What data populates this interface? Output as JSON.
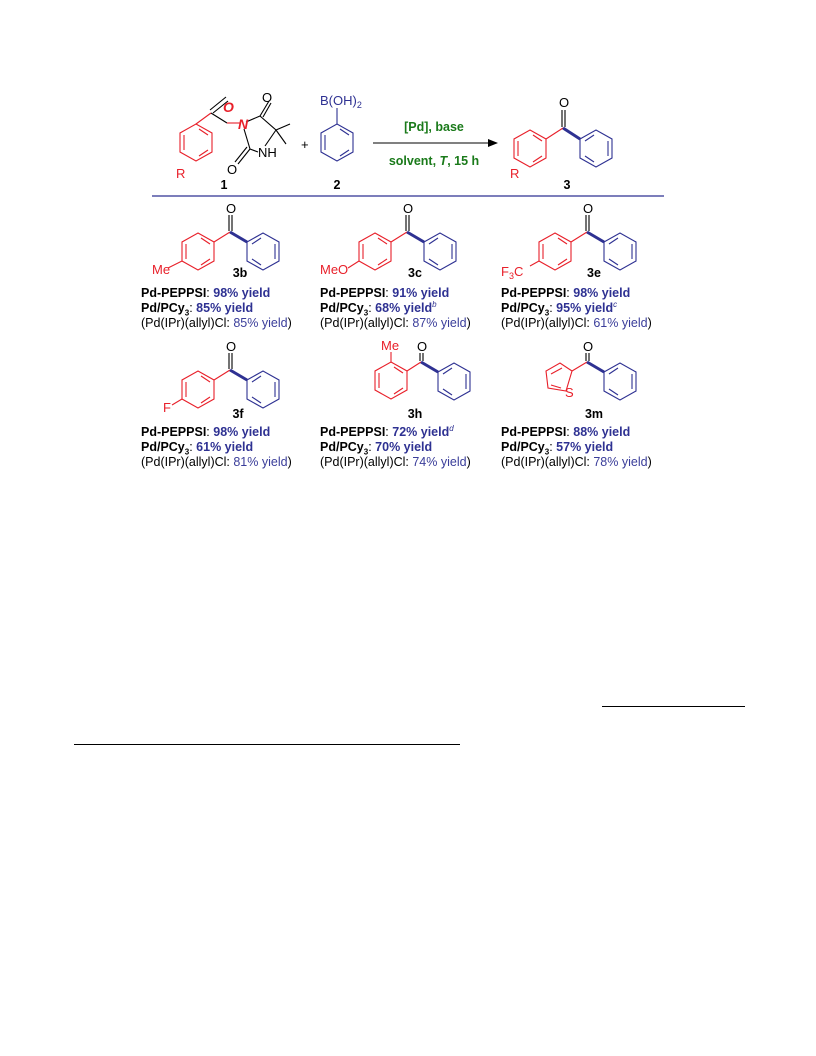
{
  "colors": {
    "red": "#e8202a",
    "blue": "#2e3192",
    "green": "#1a7a1a"
  },
  "reaction": {
    "reactant1": {
      "label": "1",
      "atom_O": "O",
      "atom_N": "N",
      "atom_O2": "O",
      "atom_NH": "NH",
      "atom_O3": "O",
      "substituent": "R"
    },
    "plus": "+",
    "reactant2": {
      "label": "2",
      "group": "B(OH)",
      "group_sub": "2"
    },
    "conditions": {
      "top": "[Pd], base",
      "bottom_a": "solvent, ",
      "bottom_t": "T",
      "bottom_b": ", 15 h"
    },
    "product": {
      "label": "3",
      "atom_O": "O",
      "substituent": "R"
    }
  },
  "entries": [
    {
      "label": "3b",
      "substituent": "Me",
      "peppsi_name": "Pd-PEPPSI",
      "peppsi_yield": "98% yield",
      "peppsi_note": "",
      "pcy3_name": "Pd/PCy",
      "pcy3_sub": "3",
      "pcy3_yield": "85% yield",
      "pcy3_note": "",
      "allyl_name": "(Pd(IPr)(allyl)Cl: ",
      "allyl_yield": "85% yield",
      "allyl_close": ")"
    },
    {
      "label": "3c",
      "substituent": "MeO",
      "peppsi_name": "Pd-PEPPSI",
      "peppsi_yield": "91% yield",
      "peppsi_note": "",
      "pcy3_name": "Pd/PCy",
      "pcy3_sub": "3",
      "pcy3_yield": "68% yield",
      "pcy3_note": "b",
      "allyl_name": "(Pd(IPr)(allyl)Cl: ",
      "allyl_yield": "87% yield",
      "allyl_close": ")"
    },
    {
      "label": "3e",
      "substituent": "F",
      "substituent_sub": "3",
      "substituent_end": "C",
      "peppsi_name": "Pd-PEPPSI",
      "peppsi_yield": "98% yield",
      "peppsi_note": "",
      "pcy3_name": "Pd/PCy",
      "pcy3_sub": "3",
      "pcy3_yield": "95% yield",
      "pcy3_note": "c",
      "allyl_name": "(Pd(IPr)(allyl)Cl: ",
      "allyl_yield": "61% yield",
      "allyl_close": ")"
    },
    {
      "label": "3f",
      "substituent": "F",
      "peppsi_name": "Pd-PEPPSI",
      "peppsi_yield": "98% yield",
      "peppsi_note": "",
      "pcy3_name": "Pd/PCy",
      "pcy3_sub": "3",
      "pcy3_yield": "61% yield",
      "pcy3_note": "",
      "allyl_name": "(Pd(IPr)(allyl)Cl: ",
      "allyl_yield": "81% yield",
      "allyl_close": ")"
    },
    {
      "label": "3h",
      "substituent": "Me",
      "peppsi_name": "Pd-PEPPSI",
      "peppsi_yield": "72% yield",
      "peppsi_note": "d",
      "pcy3_name": "Pd/PCy",
      "pcy3_sub": "3",
      "pcy3_yield": "70% yield",
      "pcy3_note": "",
      "allyl_name": "(Pd(IPr)(allyl)Cl: ",
      "allyl_yield": "74% yield",
      "allyl_close": ")"
    },
    {
      "label": "3m",
      "substituent": "S",
      "peppsi_name": "Pd-PEPPSI",
      "peppsi_yield": "88% yield",
      "peppsi_note": "",
      "pcy3_name": "Pd/PCy",
      "pcy3_sub": "3",
      "pcy3_yield": "57% yield",
      "pcy3_note": "",
      "allyl_name": "(Pd(IPr)(allyl)Cl: ",
      "allyl_yield": "78% yield",
      "allyl_close": ")"
    }
  ],
  "carbonyl_O": "O"
}
